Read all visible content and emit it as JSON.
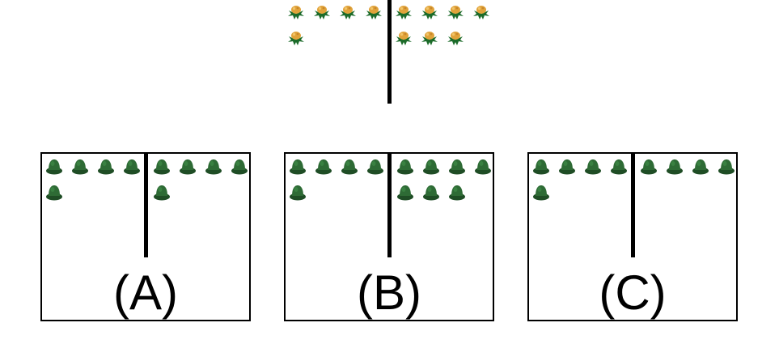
{
  "top": {
    "left_count": 5,
    "right_count": 7,
    "item_icon": "flower-icon"
  },
  "options": [
    {
      "label": "(A)",
      "left_count": 5,
      "right_count": 5,
      "item_icon": "hat-icon"
    },
    {
      "label": "(B)",
      "left_count": 5,
      "right_count": 7,
      "item_icon": "hat-icon"
    },
    {
      "label": "(C)",
      "left_count": 5,
      "right_count": 4,
      "item_icon": "hat-icon"
    }
  ],
  "colors": {
    "hat": "#2e6b35",
    "hat_dark": "#1f4d25",
    "petal": "#e0a33a",
    "leaf": "#1c6b2a",
    "line": "#000000"
  }
}
